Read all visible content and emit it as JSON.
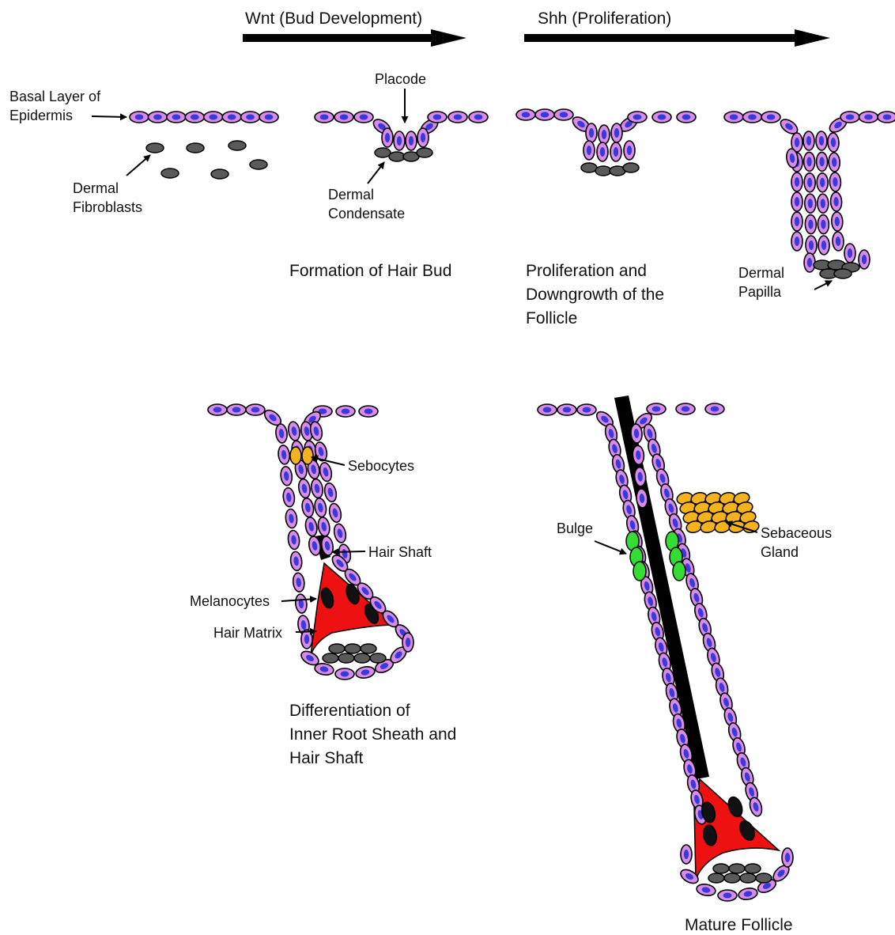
{
  "signals": {
    "wnt": "Wnt  (Bud Development)",
    "shh": "Shh  (Proliferation)"
  },
  "labels": {
    "basal_layer": "Basal Layer of\nEpidermis",
    "dermal_fibroblasts": "Dermal\nFibroblasts",
    "placode": "Placode",
    "dermal_condensate": "Dermal\nCondensate",
    "dermal_papilla": "Dermal\nPapilla",
    "sebocytes": "Sebocytes",
    "hair_shaft": "Hair Shaft",
    "melanocytes": "Melanocytes",
    "hair_matrix": "Hair Matrix",
    "bulge": "Bulge",
    "sebaceous_gland": "Sebaceous\nGland"
  },
  "stages": {
    "hair_bud": "Formation of Hair Bud",
    "downgrowth": "Proliferation and\nDowngrowth of the\nFollicle",
    "differentiation": "Differentiation of\nInner Root Sheath and\nHair Shaft",
    "mature": "Mature Follicle"
  },
  "colors": {
    "epidermal_cell": "#d98be8",
    "nucleus": "#3a3adc",
    "fibroblast": "#5a5a5a",
    "sebocyte": "#f5b21f",
    "bulge_cell": "#33dd33",
    "matrix": "#ee1111",
    "melanocyte": "#111111",
    "hair_shaft": "#000000"
  }
}
